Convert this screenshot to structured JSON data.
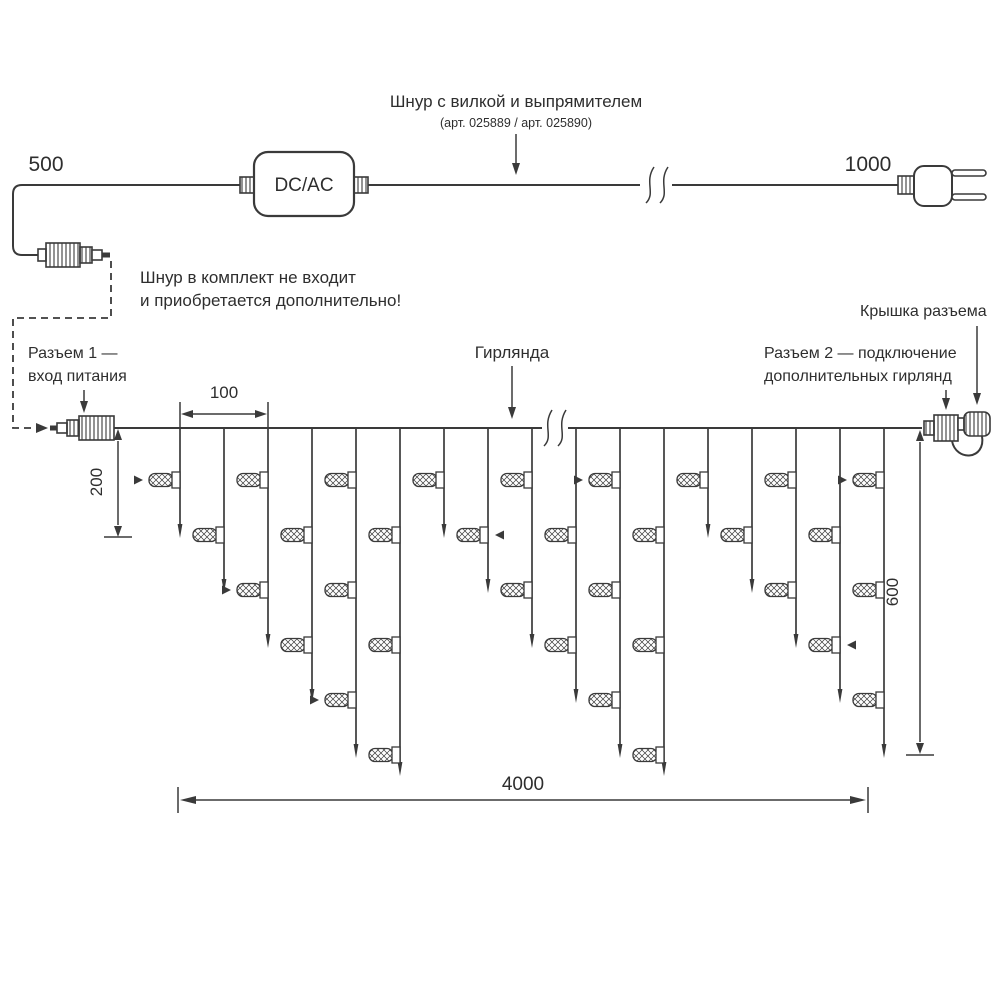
{
  "colors": {
    "line": "#3a3a3a",
    "text": "#2e2e2e",
    "background": "#ffffff"
  },
  "diagram": {
    "cord": {
      "label": "Шнур с вилкой и выпрямителем",
      "sublabel": "(арт. 025889 / арт. 025890)",
      "converter_label": "DC/AC",
      "dim_left": "500",
      "dim_right": "1000",
      "note_line1": "Шнур в комплект не входит",
      "note_line2": "и приобретается дополнительно!"
    },
    "garland": {
      "label": "Гирлянда",
      "connector1_line1": "Разъем 1 —",
      "connector1_line2": "вход питания",
      "connector2_line1": "Разъем 2 — подключение",
      "connector2_line2": "дополнительных гирлянд",
      "cap_label": "Крышка разъема",
      "dim_spacing": "100",
      "dim_drop_short": "200",
      "dim_drop_long": "600",
      "dim_total": "4000"
    }
  }
}
